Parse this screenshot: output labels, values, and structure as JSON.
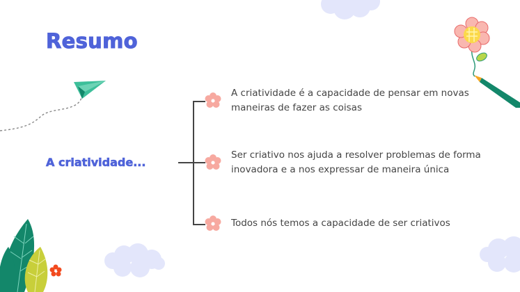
{
  "slide": {
    "title": "Resumo",
    "topic": "A criatividade...",
    "items": [
      {
        "text_line1": "A criatividade é a capacidade de pensar em novas",
        "text_line2": "maneiras de fazer as coisas"
      },
      {
        "text_line1": "Ser criativo nos ajuda a resolver problemas de forma",
        "text_line2": "inovadora e a nos expressar de maneira única"
      },
      {
        "text_line1": "Todos nós temos a capacidade de ser criativos",
        "text_line2": ""
      }
    ]
  },
  "colors": {
    "title": "#4f63d9",
    "text": "#444444",
    "bullet_flower": "#f7a9a0",
    "cloud": "#e3e6fb",
    "plane": "#3dbf9a",
    "leaf_dark": "#13876a",
    "leaf_light": "#c8cf3a",
    "small_flower": "#f24a1e"
  },
  "icons": [
    "paper-plane-icon",
    "flower-bullet-icon",
    "pencil-flower-illustration",
    "cloud-icon",
    "leaves-illustration"
  ]
}
